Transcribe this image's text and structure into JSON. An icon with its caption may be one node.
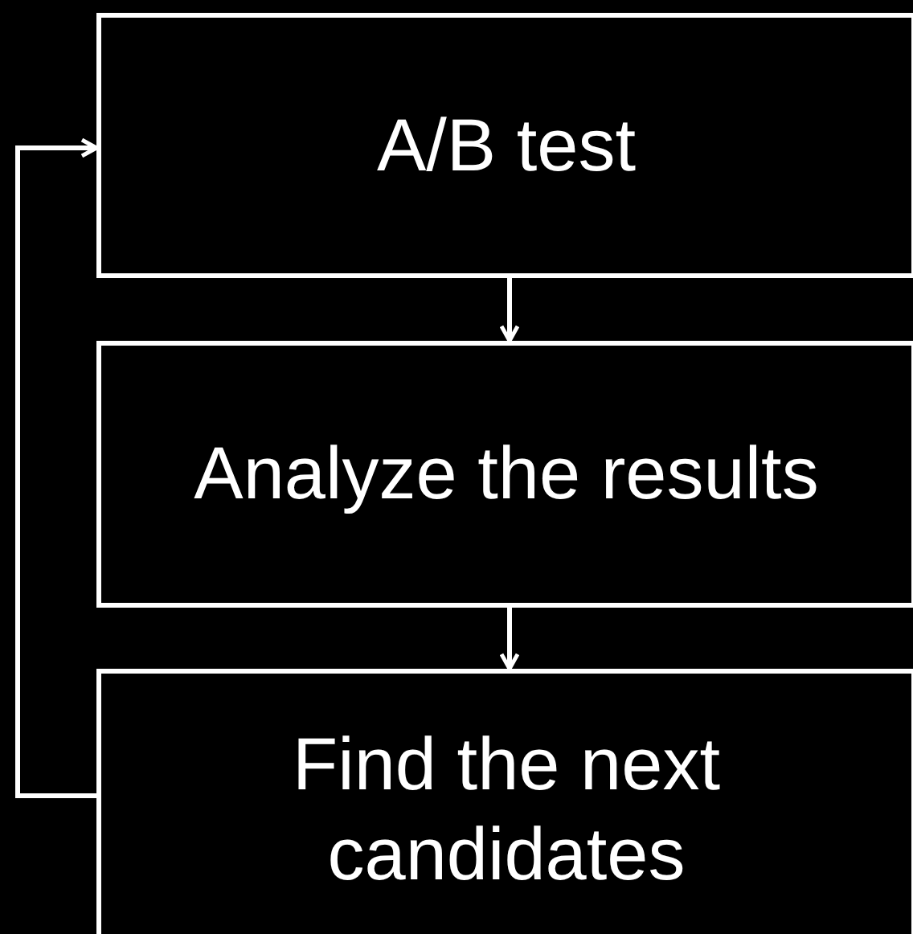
{
  "diagram": {
    "nodes": [
      {
        "text": [
          "A/B test"
        ]
      },
      {
        "text": [
          "Analyze the results"
        ]
      },
      {
        "text": [
          "Find the next candidates"
        ]
      }
    ],
    "edges": [
      {
        "from": 0,
        "to": 1,
        "arrow": "to"
      },
      {
        "from": 1,
        "to": 2,
        "arrow": "to"
      },
      {
        "from": 2,
        "to": 0,
        "arrow": "to"
      }
    ]
  }
}
